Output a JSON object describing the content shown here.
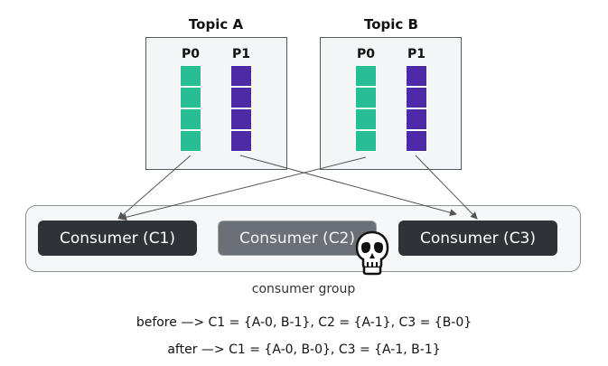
{
  "topics": [
    {
      "title": "Topic A",
      "partitions": [
        {
          "label": "P0",
          "color": "#27bc93"
        },
        {
          "label": "P1",
          "color": "#4f2aa6"
        }
      ]
    },
    {
      "title": "Topic B",
      "partitions": [
        {
          "label": "P0",
          "color": "#27bc93"
        },
        {
          "label": "P1",
          "color": "#4f2aa6"
        }
      ]
    }
  ],
  "consumers": [
    {
      "label": "Consumer (C1)",
      "status": "active"
    },
    {
      "label": "Consumer (C2)",
      "status": "dead"
    },
    {
      "label": "Consumer (C3)",
      "status": "active"
    }
  ],
  "group_label": "consumer group",
  "assignments": {
    "before": "before —> C1 = {A-0, B-1}, C2 = {A-1}, C3 = {B-0}",
    "after": "after —> C1 = {A-0, B-0},  C3 = {A-1, B-1}"
  },
  "icons": {
    "dead_consumer": "skull-icon"
  },
  "colors": {
    "teal": "#27bc93",
    "purple": "#4f2aa6",
    "consumer_bg": "#2f3338",
    "dead_consumer_bg": "#6a7076"
  }
}
